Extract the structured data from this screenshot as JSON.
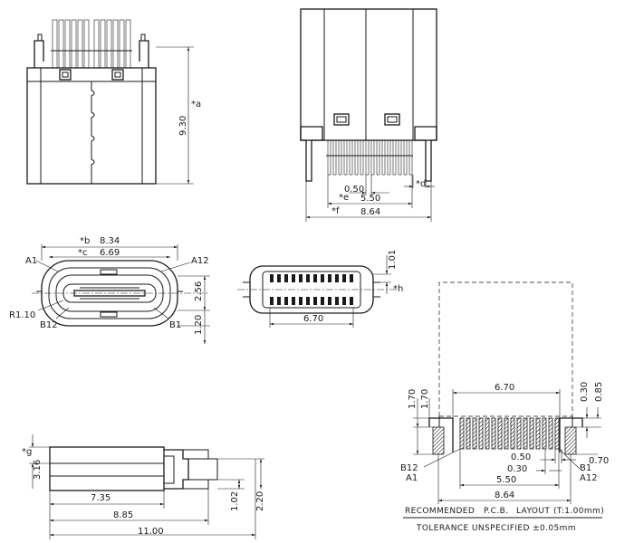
{
  "labels": {
    "a": "*a",
    "b": "*b",
    "c": "*c",
    "d": "*d",
    "e": "*e",
    "f": "*f",
    "g": "*g",
    "h": "*h",
    "A1": "A1",
    "A12": "A12",
    "B1": "B1",
    "B12": "B12",
    "R": "R1.10"
  },
  "dims": {
    "d930": "9.30",
    "d050": "0.50",
    "d550": "5.50",
    "d864": "8.64",
    "d834": "8.34",
    "d669": "6.69",
    "d256": "2.56",
    "d120": "1.20",
    "d101": "1.01",
    "d670": "6.70",
    "d316": "3.16",
    "d735": "7.35",
    "d885": "8.85",
    "d1100": "11.00",
    "d102": "1.02",
    "d220": "2.20",
    "d170": "1.70",
    "d030": "0.30",
    "d085": "0.85",
    "d070": "0.70"
  },
  "notes": {
    "recommended": "RECOMMENDED",
    "pcb": "P.C.B.",
    "layout": "LAYOUT",
    "thickness": "(T:1.00mm)",
    "tolerance": "TOLERANCE  UNSPECIFIED  ±0.05mm"
  }
}
